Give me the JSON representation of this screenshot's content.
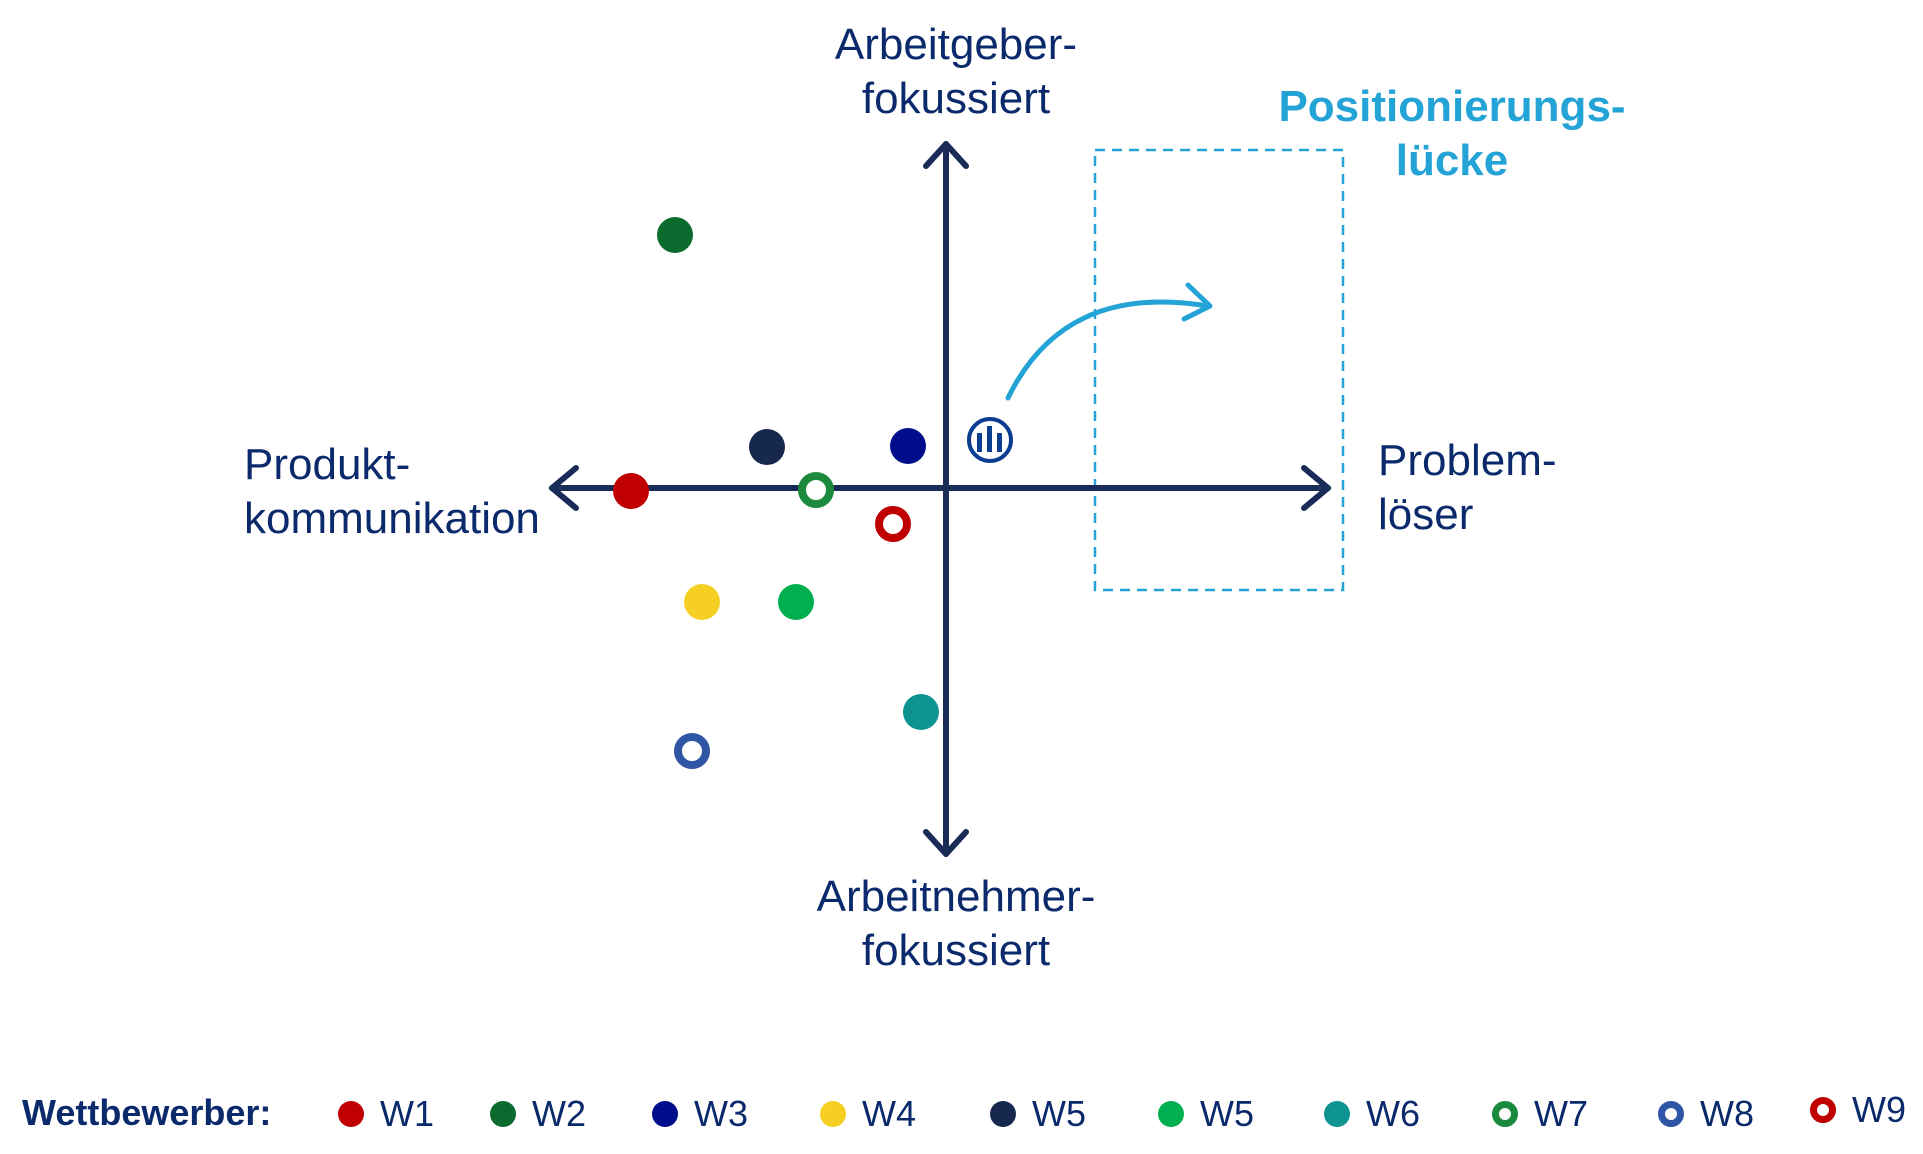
{
  "axes": {
    "top": [
      "Arbeitgeber-",
      "fokussiert"
    ],
    "bottom": [
      "Arbeitnehmer-",
      "fokussiert"
    ],
    "left": [
      "Produkt-",
      "kommunikation"
    ],
    "right": [
      "Problem-",
      "löser"
    ],
    "axis_color": "#1a2b58"
  },
  "gap": {
    "label": [
      "Positionierungs-",
      "lücke"
    ],
    "color": "#23a3d6"
  },
  "focal_brand": {
    "icon": "allianz-logo-icon",
    "color": "#0b3d91"
  },
  "legend": {
    "title": "Wettbewerber:",
    "items": [
      {
        "label": "W1",
        "color": "#c00000",
        "style": "filled"
      },
      {
        "label": "W2",
        "color": "#0b6b2e",
        "style": "filled"
      },
      {
        "label": "W3",
        "color": "#000e8c",
        "style": "filled"
      },
      {
        "label": "W4",
        "color": "#f5d022",
        "style": "filled"
      },
      {
        "label": "W5",
        "color": "#17284f",
        "style": "filled"
      },
      {
        "label": "W5",
        "color": "#00b050",
        "style": "filled"
      },
      {
        "label": "W6",
        "color": "#0e9490",
        "style": "filled"
      },
      {
        "label": "W7",
        "color": "#1a8a3e",
        "style": "ring"
      },
      {
        "label": "W8",
        "color": "#2f56a6",
        "style": "ring"
      },
      {
        "label": "W9",
        "color": "#c00000",
        "style": "ring"
      }
    ]
  }
}
